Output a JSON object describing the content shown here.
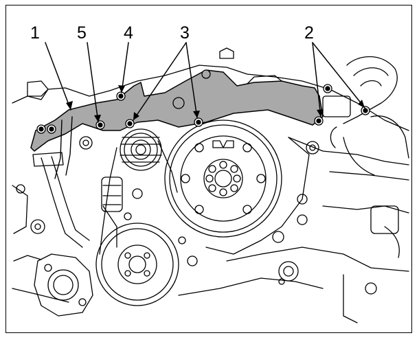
{
  "figure": {
    "callouts": [
      {
        "id": "1",
        "label": "1"
      },
      {
        "id": "5",
        "label": "5"
      },
      {
        "id": "4",
        "label": "4"
      },
      {
        "id": "3",
        "label": "3"
      },
      {
        "id": "2",
        "label": "2"
      }
    ]
  },
  "colors": {
    "highlight": "#a9a9a9",
    "line": "#000000",
    "background": "#ffffff"
  }
}
